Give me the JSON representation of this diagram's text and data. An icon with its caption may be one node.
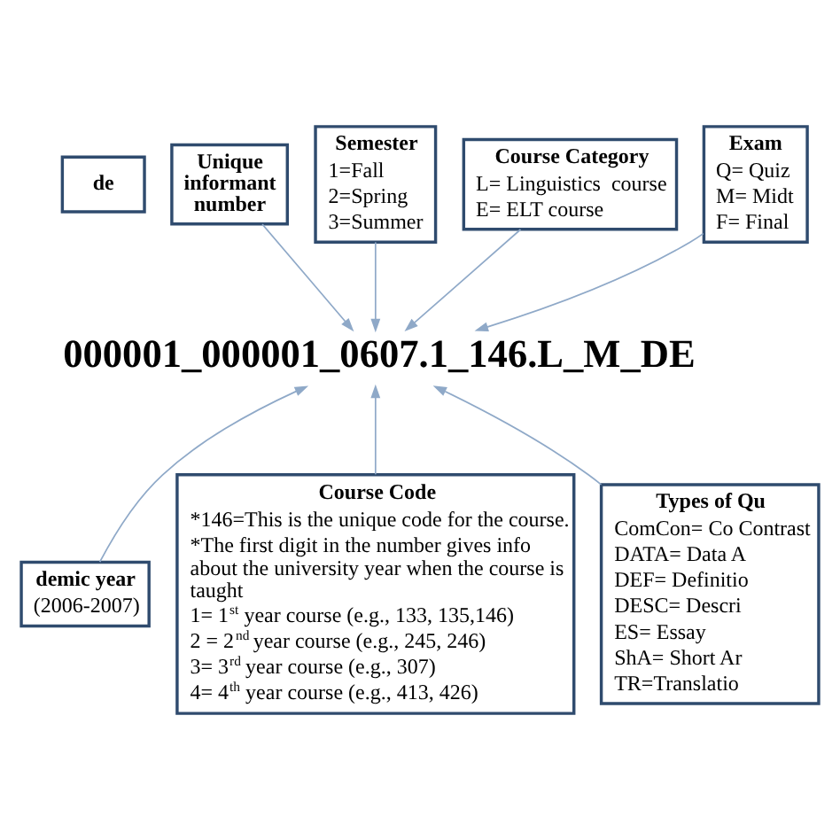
{
  "diagram": {
    "nodes": [
      {
        "text": [
          "de"
        ]
      },
      {
        "text": [
          "Unique informant number"
        ]
      },
      {
        "text": [
          "Semester",
          "1=Fall",
          "2=Spring",
          "3=Summer"
        ]
      },
      {
        "text": [
          "Course Category",
          "L= Linguistics  course",
          "E= ELT course"
        ]
      },
      {
        "text": [
          "Exam",
          "Q= Quiz",
          "M= Midt",
          "F= Final"
        ]
      },
      {
        "text": [
          "000001_000001_0607.1_146.L_M_DE"
        ]
      },
      {
        "text": [
          "demic year",
          "(2006-2007)"
        ]
      },
      {
        "text": [
          "Course Code",
          "*146=This is the unique code for the course.",
          "*The first digit in the number gives info about the university year when the course is taught",
          "1= 1$^{st}$ year course (e.g., 133, 135,146)",
          "2 = 2$^{nd}$ year course (e.g., 245, 246)",
          "3= 3$^{rd}$ year course (e.g., 307)",
          "4= 4$^{th}$ year course (e.g., 413, 426)"
        ]
      },
      {
        "text": [
          "Types of Qu",
          "ComCon= Co Contrast",
          "DATA= Data A",
          "DEF= Definitio",
          "DESC= Descri",
          "ES= Essay",
          "ShA= Short Ar",
          "TR=Translatio"
        ]
      }
    ],
    "edges": [
      {
        "from": 1,
        "to": 5,
        "arrow": "to"
      },
      {
        "from": 2,
        "to": 5,
        "arrow": "to"
      },
      {
        "from": 3,
        "to": 5,
        "arrow": "to"
      },
      {
        "from": 4,
        "to": 5,
        "arrow": "to"
      },
      {
        "from": 6,
        "to": 5,
        "arrow": "to"
      },
      {
        "from": 7,
        "to": 5,
        "arrow": "to"
      },
      {
        "from": 8,
        "to": 5,
        "arrow": "to"
      }
    ]
  }
}
